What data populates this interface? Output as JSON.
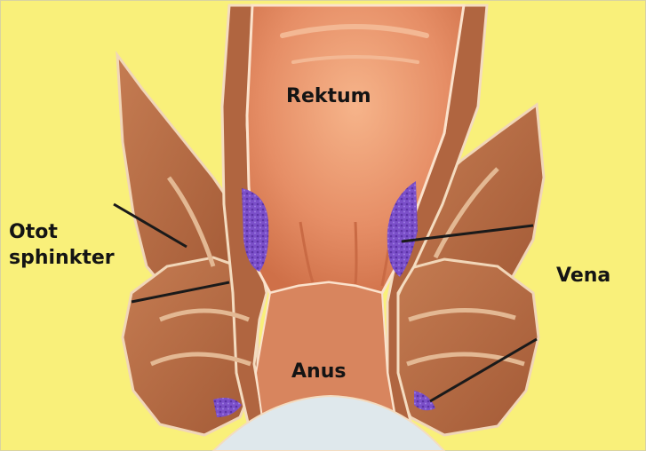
{
  "labels": {
    "rektum": "Rektum",
    "anus": "Anus",
    "vena": "Vena",
    "otot_line1": "Otot",
    "otot_line2": "sphinkter"
  },
  "colors": {
    "background": "#f9f07a",
    "muscle": "#b66a42",
    "muscle_light": "#e3b893",
    "rectum": "#e8936a",
    "vein": "#7b4fc9",
    "pointer": "#1a1a1a"
  }
}
